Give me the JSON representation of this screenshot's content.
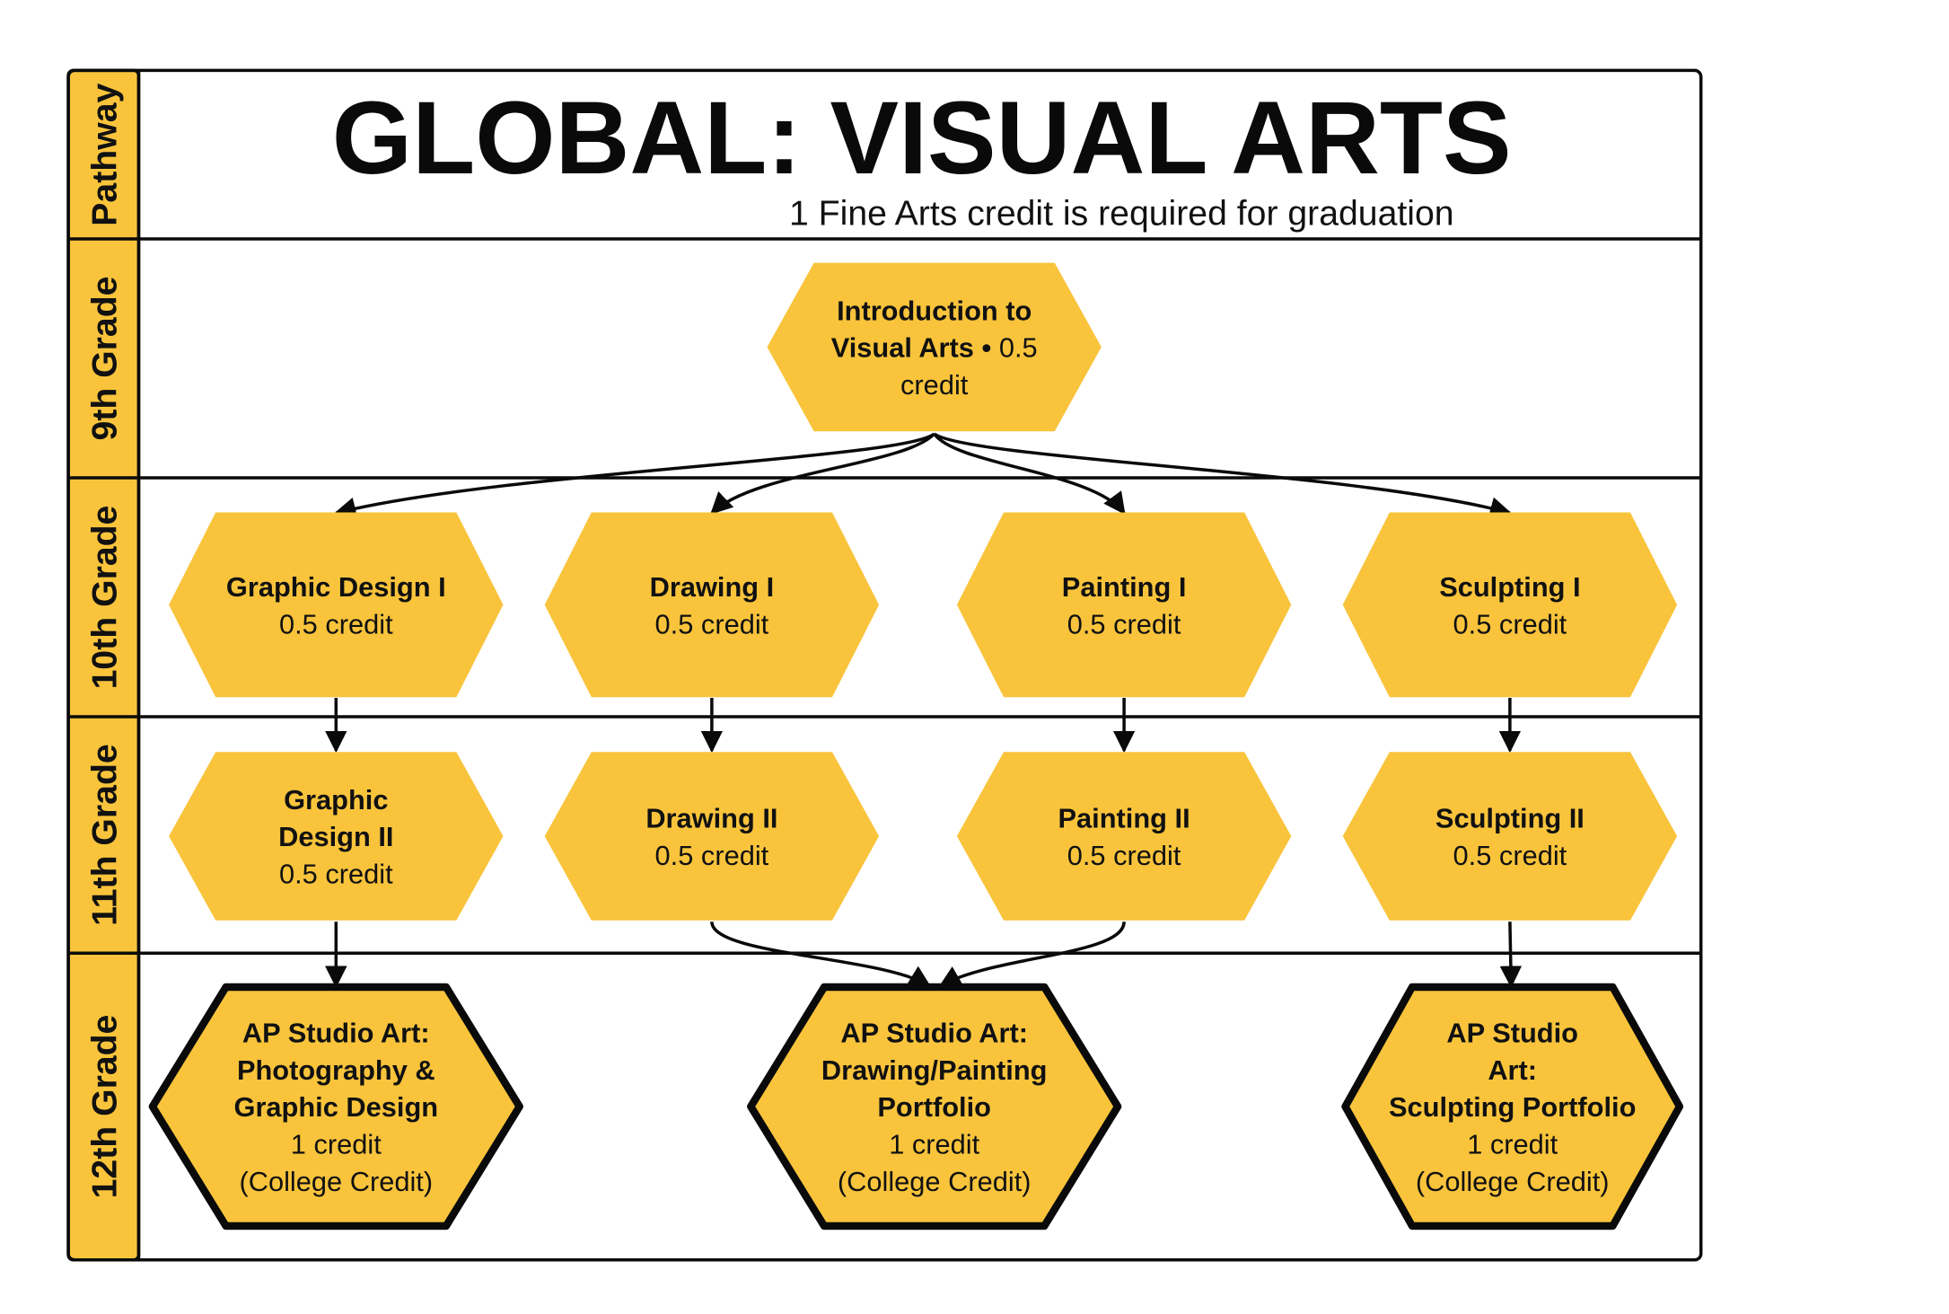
{
  "header": {
    "title": "GLOBAL: VISUAL ARTS",
    "subtitle": "1 Fine Arts credit is required for graduation"
  },
  "lanes": [
    "Pathway",
    "9th Grade",
    "10th Grade",
    "11th Grade",
    "12th Grade"
  ],
  "colors": {
    "node_fill": "#F9C43C",
    "lane_fill": "#F9C43C",
    "stroke": "#0a0a0a"
  },
  "courses": [
    {
      "id": "intro",
      "lines": [
        {
          "t": "Introduction to",
          "b": true
        },
        {
          "t": "Visual Arts •",
          "b": true,
          "t2": "  0.5"
        },
        {
          "t": "credit",
          "b": false
        }
      ]
    },
    {
      "id": "gd1",
      "lines": [
        {
          "t": "Graphic Design I",
          "b": true
        },
        {
          "t": "0.5 credit",
          "b": false
        }
      ]
    },
    {
      "id": "dr1",
      "lines": [
        {
          "t": "Drawing I",
          "b": true
        },
        {
          "t": "0.5 credit",
          "b": false
        }
      ]
    },
    {
      "id": "pt1",
      "lines": [
        {
          "t": "Painting I",
          "b": true
        },
        {
          "t": "0.5 credit",
          "b": false
        }
      ]
    },
    {
      "id": "sc1",
      "lines": [
        {
          "t": "Sculpting I",
          "b": true
        },
        {
          "t": "0.5 credit",
          "b": false
        }
      ]
    },
    {
      "id": "gd2",
      "lines": [
        {
          "t": "Graphic",
          "b": true
        },
        {
          "t": "Design II",
          "b": true
        },
        {
          "t": "0.5 credit",
          "b": false
        }
      ]
    },
    {
      "id": "dr2",
      "lines": [
        {
          "t": "Drawing II",
          "b": true
        },
        {
          "t": "0.5 credit",
          "b": false
        }
      ]
    },
    {
      "id": "pt2",
      "lines": [
        {
          "t": "Painting II",
          "b": true
        },
        {
          "t": "0.5 credit",
          "b": false
        }
      ]
    },
    {
      "id": "sc2",
      "lines": [
        {
          "t": "Sculpting II",
          "b": true
        },
        {
          "t": "0.5 credit",
          "b": false
        }
      ]
    },
    {
      "id": "ap_photo",
      "lines": [
        {
          "t": "AP Studio Art:",
          "b": true
        },
        {
          "t": "Photography &",
          "b": true
        },
        {
          "t": "Graphic Design",
          "b": true
        },
        {
          "t": "1 credit",
          "b": false
        },
        {
          "t": "(College Credit)",
          "b": false
        }
      ]
    },
    {
      "id": "ap_draw",
      "lines": [
        {
          "t": "AP Studio Art:",
          "b": true
        },
        {
          "t": "Drawing/Painting",
          "b": true
        },
        {
          "t": "Portfolio",
          "b": true
        },
        {
          "t": "1 credit",
          "b": false
        },
        {
          "t": "(College Credit)",
          "b": false
        }
      ]
    },
    {
      "id": "ap_sculpt",
      "lines": [
        {
          "t": "AP Studio",
          "b": true
        },
        {
          "t": "Art:",
          "b": true
        },
        {
          "t": "Sculpting Portfolio",
          "b": true
        },
        {
          "t": "1 credit",
          "b": false
        },
        {
          "t": "(College Credit)",
          "b": false
        }
      ]
    }
  ]
}
